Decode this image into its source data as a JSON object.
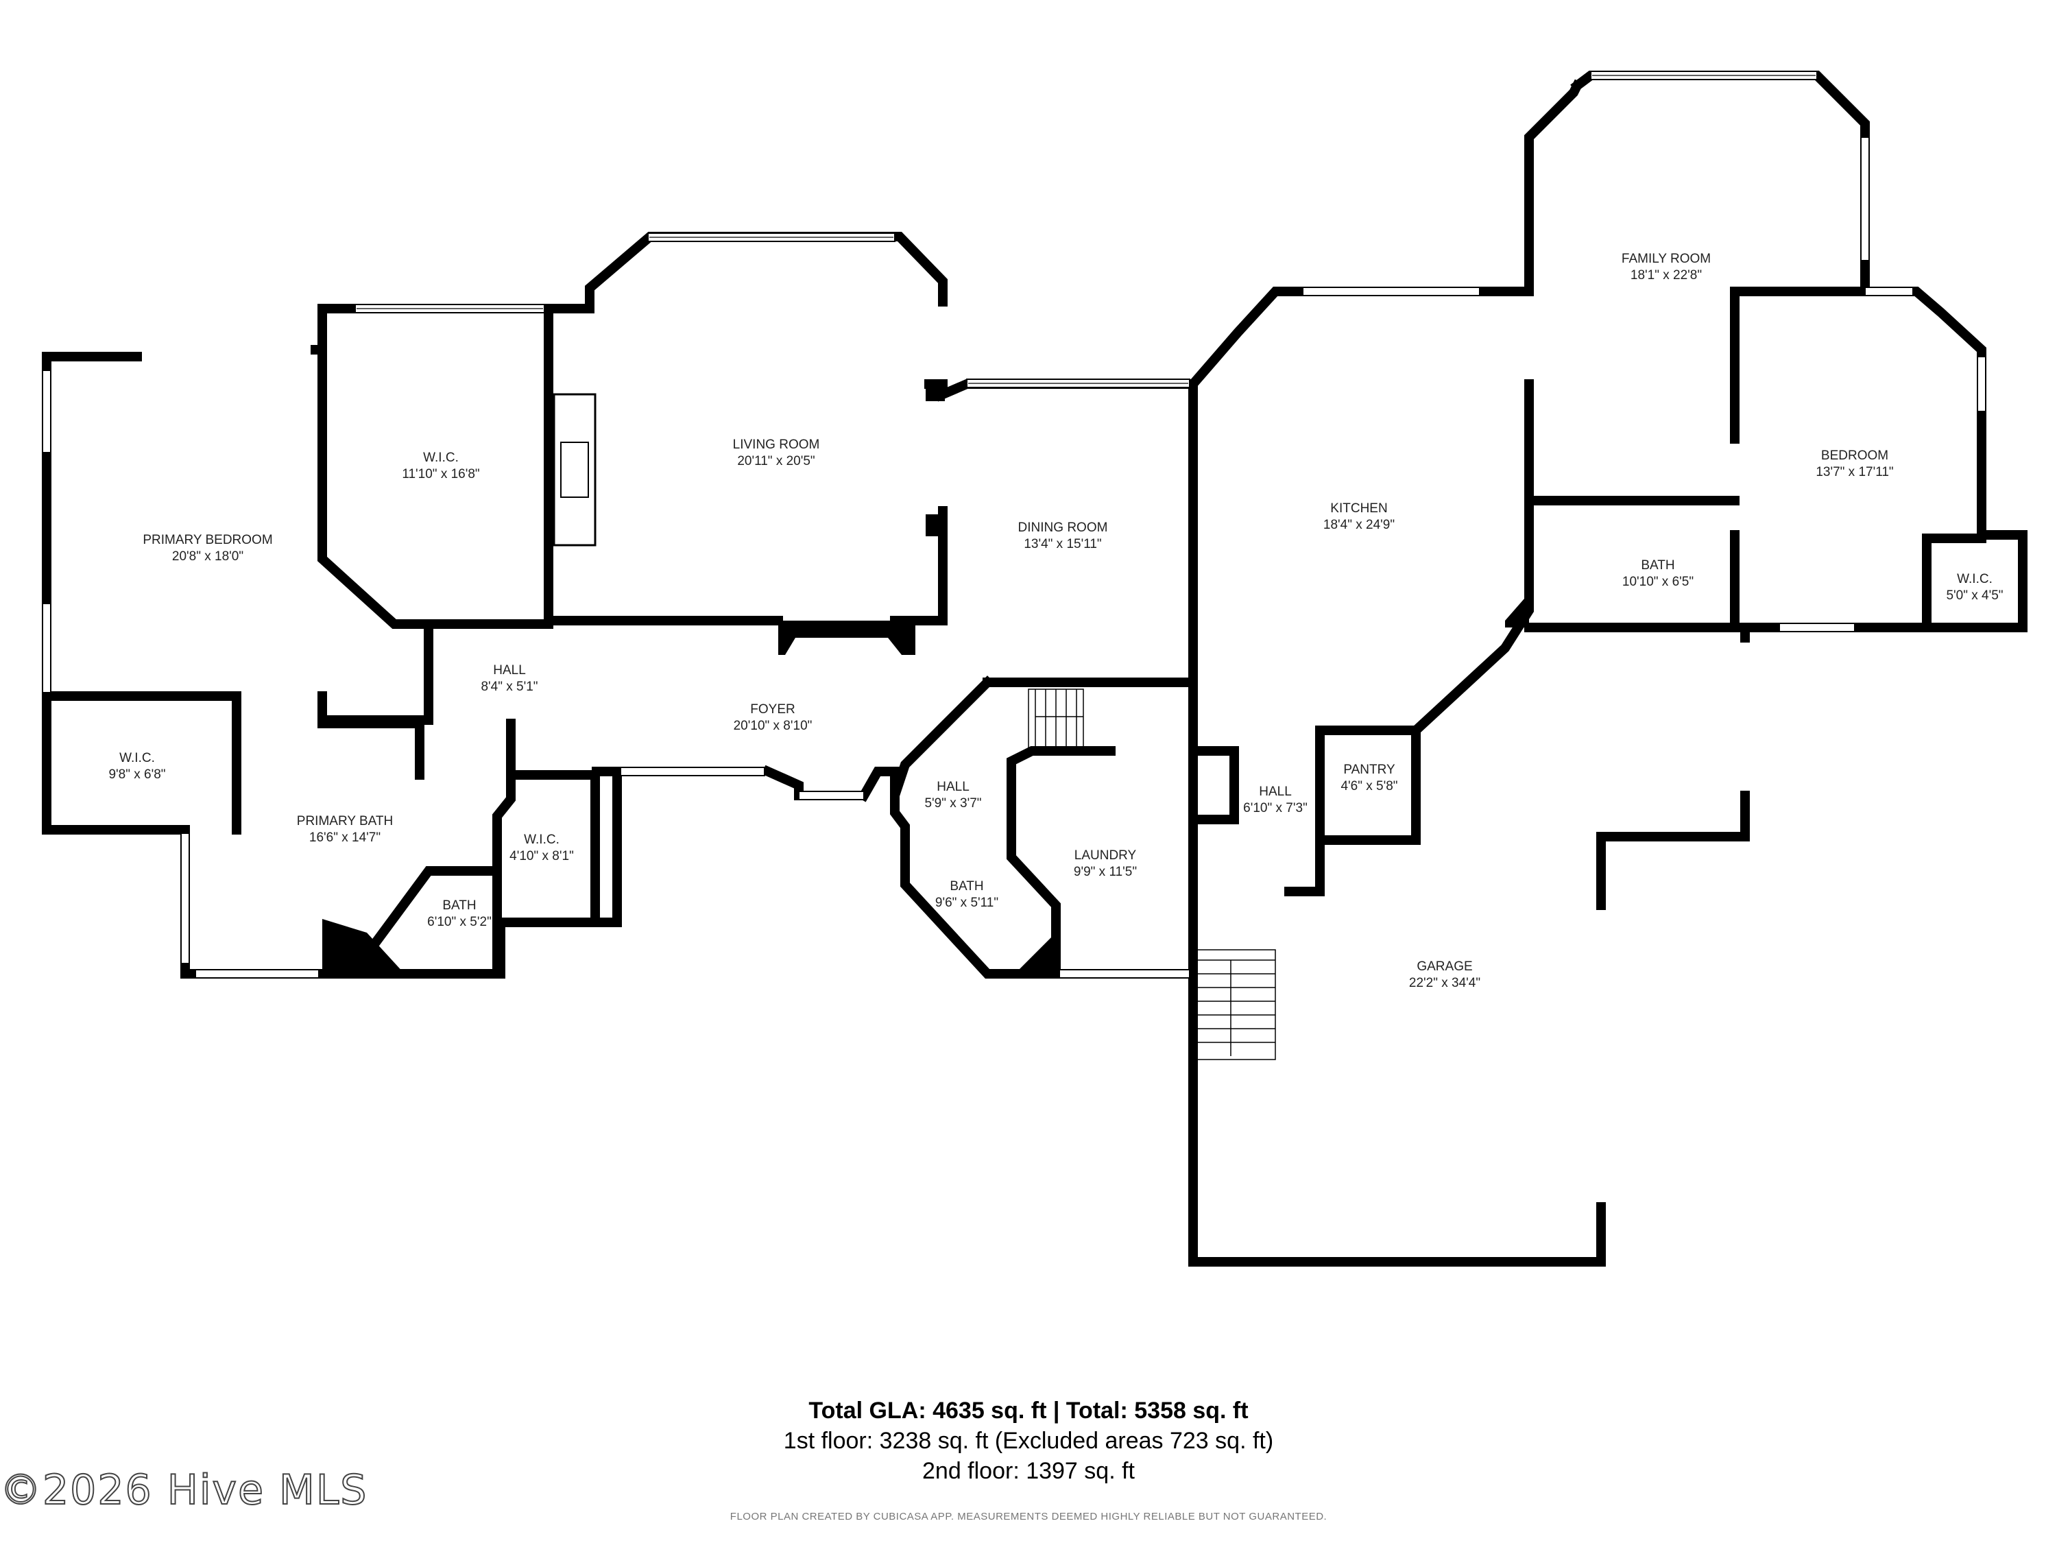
{
  "rooms": [
    {
      "name": "FAMILY ROOM",
      "size": "18'1\" x 22'8\""
    },
    {
      "name": "BEDROOM",
      "size": "13'7\" x 17'11\""
    },
    {
      "name": "LIVING ROOM",
      "size": "20'11\" x 20'5\""
    },
    {
      "name": "W.I.C.",
      "size": "11'10\" x 16'8\""
    },
    {
      "name": "PRIMARY BEDROOM",
      "size": "20'8\" x 18'0\""
    },
    {
      "name": "DINING ROOM",
      "size": "13'4\" x 15'11\""
    },
    {
      "name": "KITCHEN",
      "size": "18'4\" x 24'9\""
    },
    {
      "name": "BATH",
      "size": "10'10\" x 6'5\""
    },
    {
      "name": "W.I.C.",
      "size": "5'0\" x 4'5\""
    },
    {
      "name": "HALL",
      "size": "8'4\" x 5'1\""
    },
    {
      "name": "FOYER",
      "size": "20'10\" x 8'10\""
    },
    {
      "name": "W.I.C.",
      "size": "9'8\" x 6'8\""
    },
    {
      "name": "PRIMARY BATH",
      "size": "16'6\" x 14'7\""
    },
    {
      "name": "W.I.C.",
      "size": "4'10\" x 8'1\""
    },
    {
      "name": "BATH",
      "size": "6'10\" x 5'2\""
    },
    {
      "name": "HALL",
      "size": "5'9\" x 3'7\""
    },
    {
      "name": "LAUNDRY",
      "size": "9'9\" x 11'5\""
    },
    {
      "name": "BATH",
      "size": "9'6\" x 5'11\""
    },
    {
      "name": "HALL",
      "size": "6'10\" x 7'3\""
    },
    {
      "name": "PANTRY",
      "size": "4'6\" x 5'8\""
    },
    {
      "name": "GARAGE",
      "size": "22'2\" x 34'4\""
    }
  ],
  "summary": {
    "total": "Total GLA: 4635 sq. ft | Total: 5358 sq. ft",
    "floor1": "1st floor: 3238 sq. ft (Excluded areas 723 sq. ft)",
    "floor2": "2nd floor: 1397 sq. ft"
  },
  "copyright": "©2026 Hive MLS",
  "disclaimer": "FLOOR PLAN CREATED BY CUBICASA APP. MEASUREMENTS DEEMED HIGHLY RELIABLE BUT NOT GUARANTEED."
}
